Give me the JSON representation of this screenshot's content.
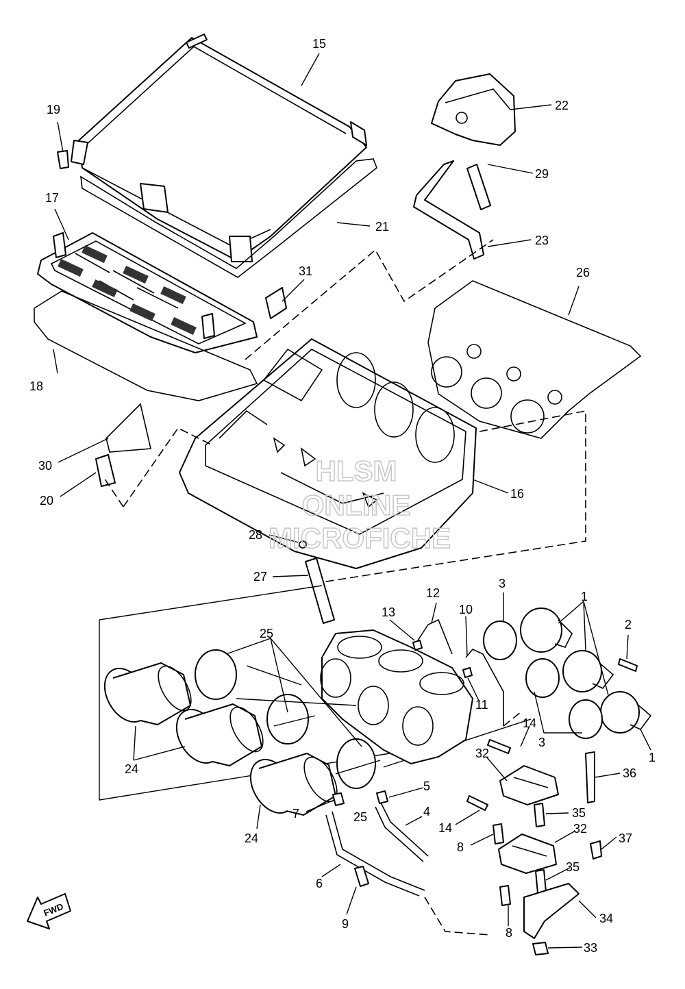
{
  "callouts": [
    "1",
    "1",
    "2",
    "3",
    "3",
    "4",
    "5",
    "6",
    "7",
    "8",
    "8",
    "9",
    "10",
    "11",
    "12",
    "13",
    "14",
    "14",
    "15",
    "16",
    "17",
    "18",
    "19",
    "20",
    "21",
    "22",
    "23",
    "24",
    "24",
    "25",
    "25",
    "26",
    "27",
    "28",
    "29",
    "30",
    "31",
    "32",
    "32",
    "33",
    "34",
    "35",
    "35",
    "36",
    "37"
  ],
  "watermark": {
    "line1": "HLSM",
    "line2": "ONLINE",
    "line3": "MICROFICHE"
  },
  "fwd_label": "FWD"
}
